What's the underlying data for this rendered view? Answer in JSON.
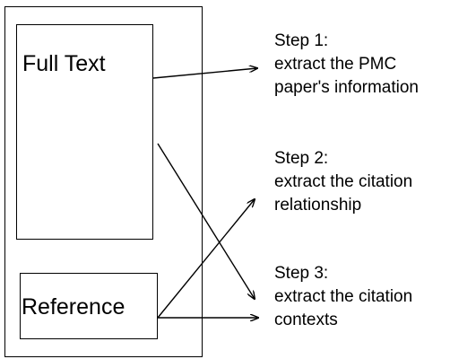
{
  "diagram": {
    "fulltext_label": "Full Text",
    "reference_label": "Reference",
    "steps": [
      {
        "title": "Step 1:",
        "lines": [
          "extract the PMC",
          "paper's information"
        ]
      },
      {
        "title": "Step 2:",
        "lines": [
          "extract the citation",
          "relationship"
        ]
      },
      {
        "title": "Step 3:",
        "lines": [
          "extract the citation",
          "contexts"
        ]
      }
    ]
  }
}
